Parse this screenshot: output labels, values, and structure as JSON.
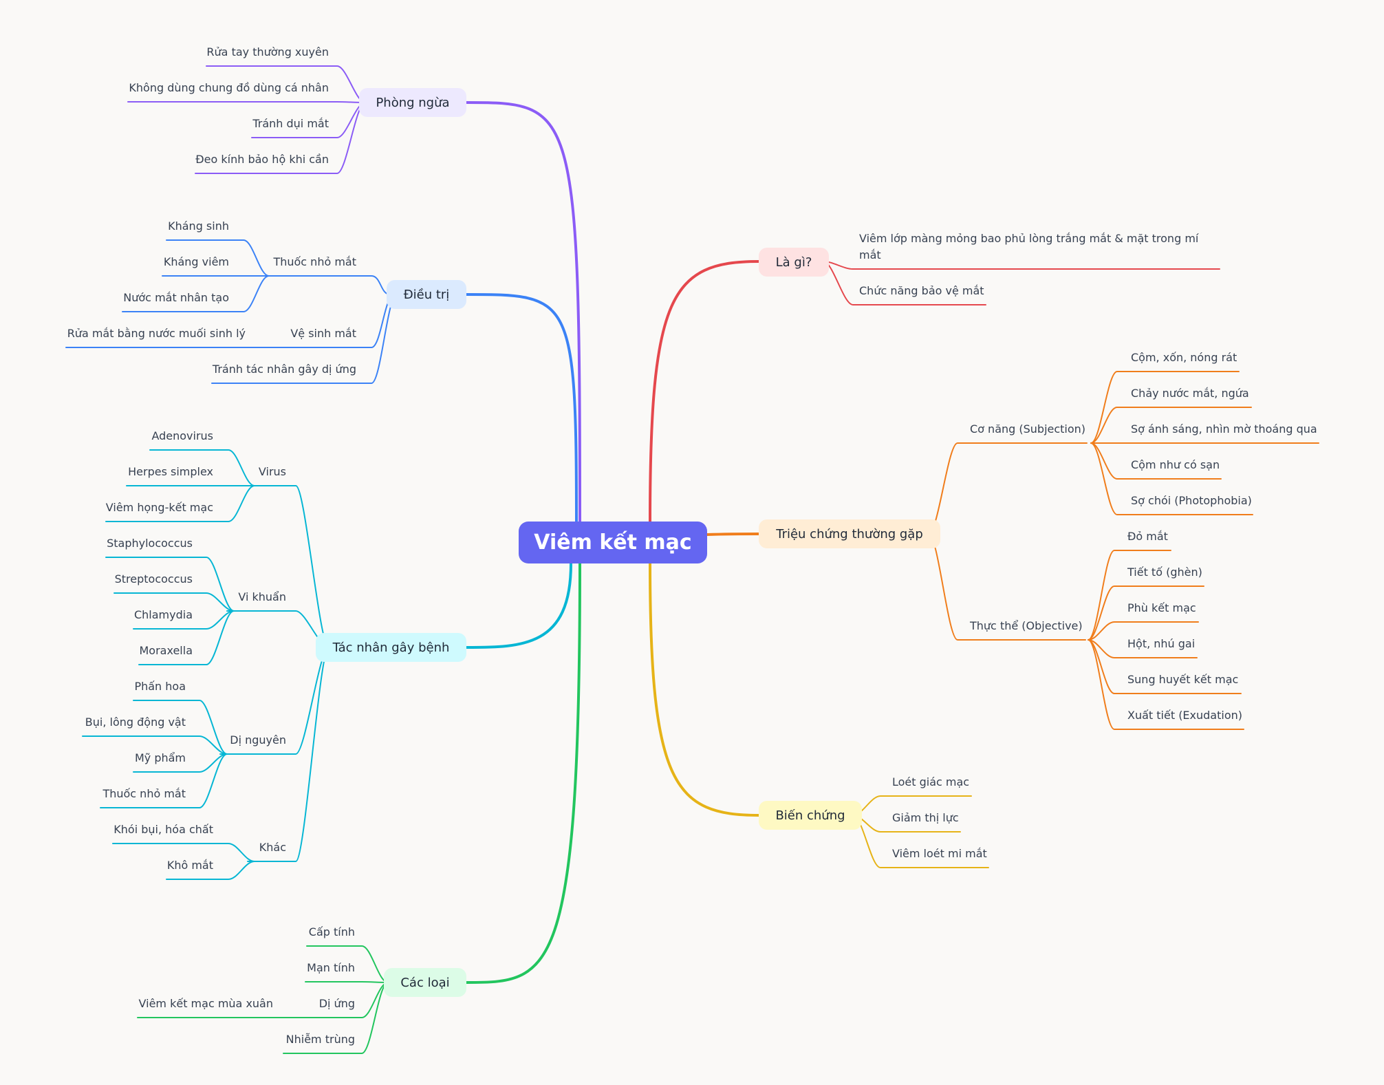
{
  "root": "Viêm kết mạc",
  "colors": {
    "root": "#6466f1",
    "phong_ngua": "#8b5cf6",
    "dieu_tri": "#3b82f6",
    "tac_nhan": "#06b6d4",
    "cac_loai": "#22c55e",
    "la_gi": "#e5484d",
    "trieu_chung": "#f07d1b",
    "bien_chung": "#e6b317"
  },
  "left": {
    "phong_ngua": {
      "label": "Phòng ngừa",
      "items": [
        "Rửa tay thường xuyên",
        "Không dùng chung đồ dùng cá nhân",
        "Tránh dụi mắt",
        "Đeo kính bảo hộ khi cần"
      ]
    },
    "dieu_tri": {
      "label": "Điều trị",
      "thuoc": {
        "label": "Thuốc nhỏ mắt",
        "items": [
          "Kháng sinh",
          "Kháng viêm",
          "Nước mắt nhân tạo"
        ]
      },
      "ve_sinh": {
        "label": "Vệ sinh mắt",
        "items": [
          "Rửa mắt bằng nước muối sinh lý"
        ]
      },
      "tranh": "Tránh tác nhân gây dị ứng"
    },
    "tac_nhan": {
      "label": "Tác nhân gây bệnh",
      "virus": {
        "label": "Virus",
        "items": [
          "Adenovirus",
          "Herpes simplex",
          "Viêm họng-kết mạc"
        ]
      },
      "vi_khuan": {
        "label": "Vi khuẩn",
        "items": [
          "Staphylococcus",
          "Streptococcus",
          "Chlamydia",
          "Moraxella"
        ]
      },
      "di_nguyen": {
        "label": "Dị nguyên",
        "items": [
          "Phấn hoa",
          "Bụi, lông động vật",
          "Mỹ phẩm",
          "Thuốc nhỏ mắt"
        ]
      },
      "khac": {
        "label": "Khác",
        "items": [
          "Khói bụi, hóa chất",
          "Khô mắt"
        ]
      }
    },
    "cac_loai": {
      "label": "Các loại",
      "cap_tinh": "Cấp tính",
      "man_tinh": "Mạn tính",
      "di_ung": {
        "label": "Dị ứng",
        "items": [
          "Viêm kết mạc mùa xuân"
        ]
      },
      "nhiem_trung": "Nhiễm trùng"
    }
  },
  "right": {
    "la_gi": {
      "label": "Là gì?",
      "items": [
        "Viêm lớp màng mỏng bao phủ lòng trắng mắt & mặt trong mí",
        "mắt",
        "Chức năng bảo vệ mắt"
      ]
    },
    "trieu_chung": {
      "label": "Triệu chứng thường gặp",
      "co_nang": {
        "label": "Cơ năng (Subjection)",
        "items": [
          "Cộm, xốn, nóng rát",
          "Chảy nước mắt, ngứa",
          "Sợ ánh sáng, nhìn mờ thoáng qua",
          "Cộm như có sạn",
          "Sợ chói (Photophobia)"
        ]
      },
      "thuc_the": {
        "label": "Thực thể (Objective)",
        "items": [
          "Đỏ mắt",
          "Tiết tố (ghèn)",
          "Phù kết mạc",
          "Hột, nhú gai",
          "Sung huyết kết mạc",
          "Xuất tiết (Exudation)"
        ]
      }
    },
    "bien_chung": {
      "label": "Biến chứng",
      "items": [
        "Loét giác mạc",
        "Giảm thị lực",
        "Viêm loét mi mắt"
      ]
    }
  }
}
